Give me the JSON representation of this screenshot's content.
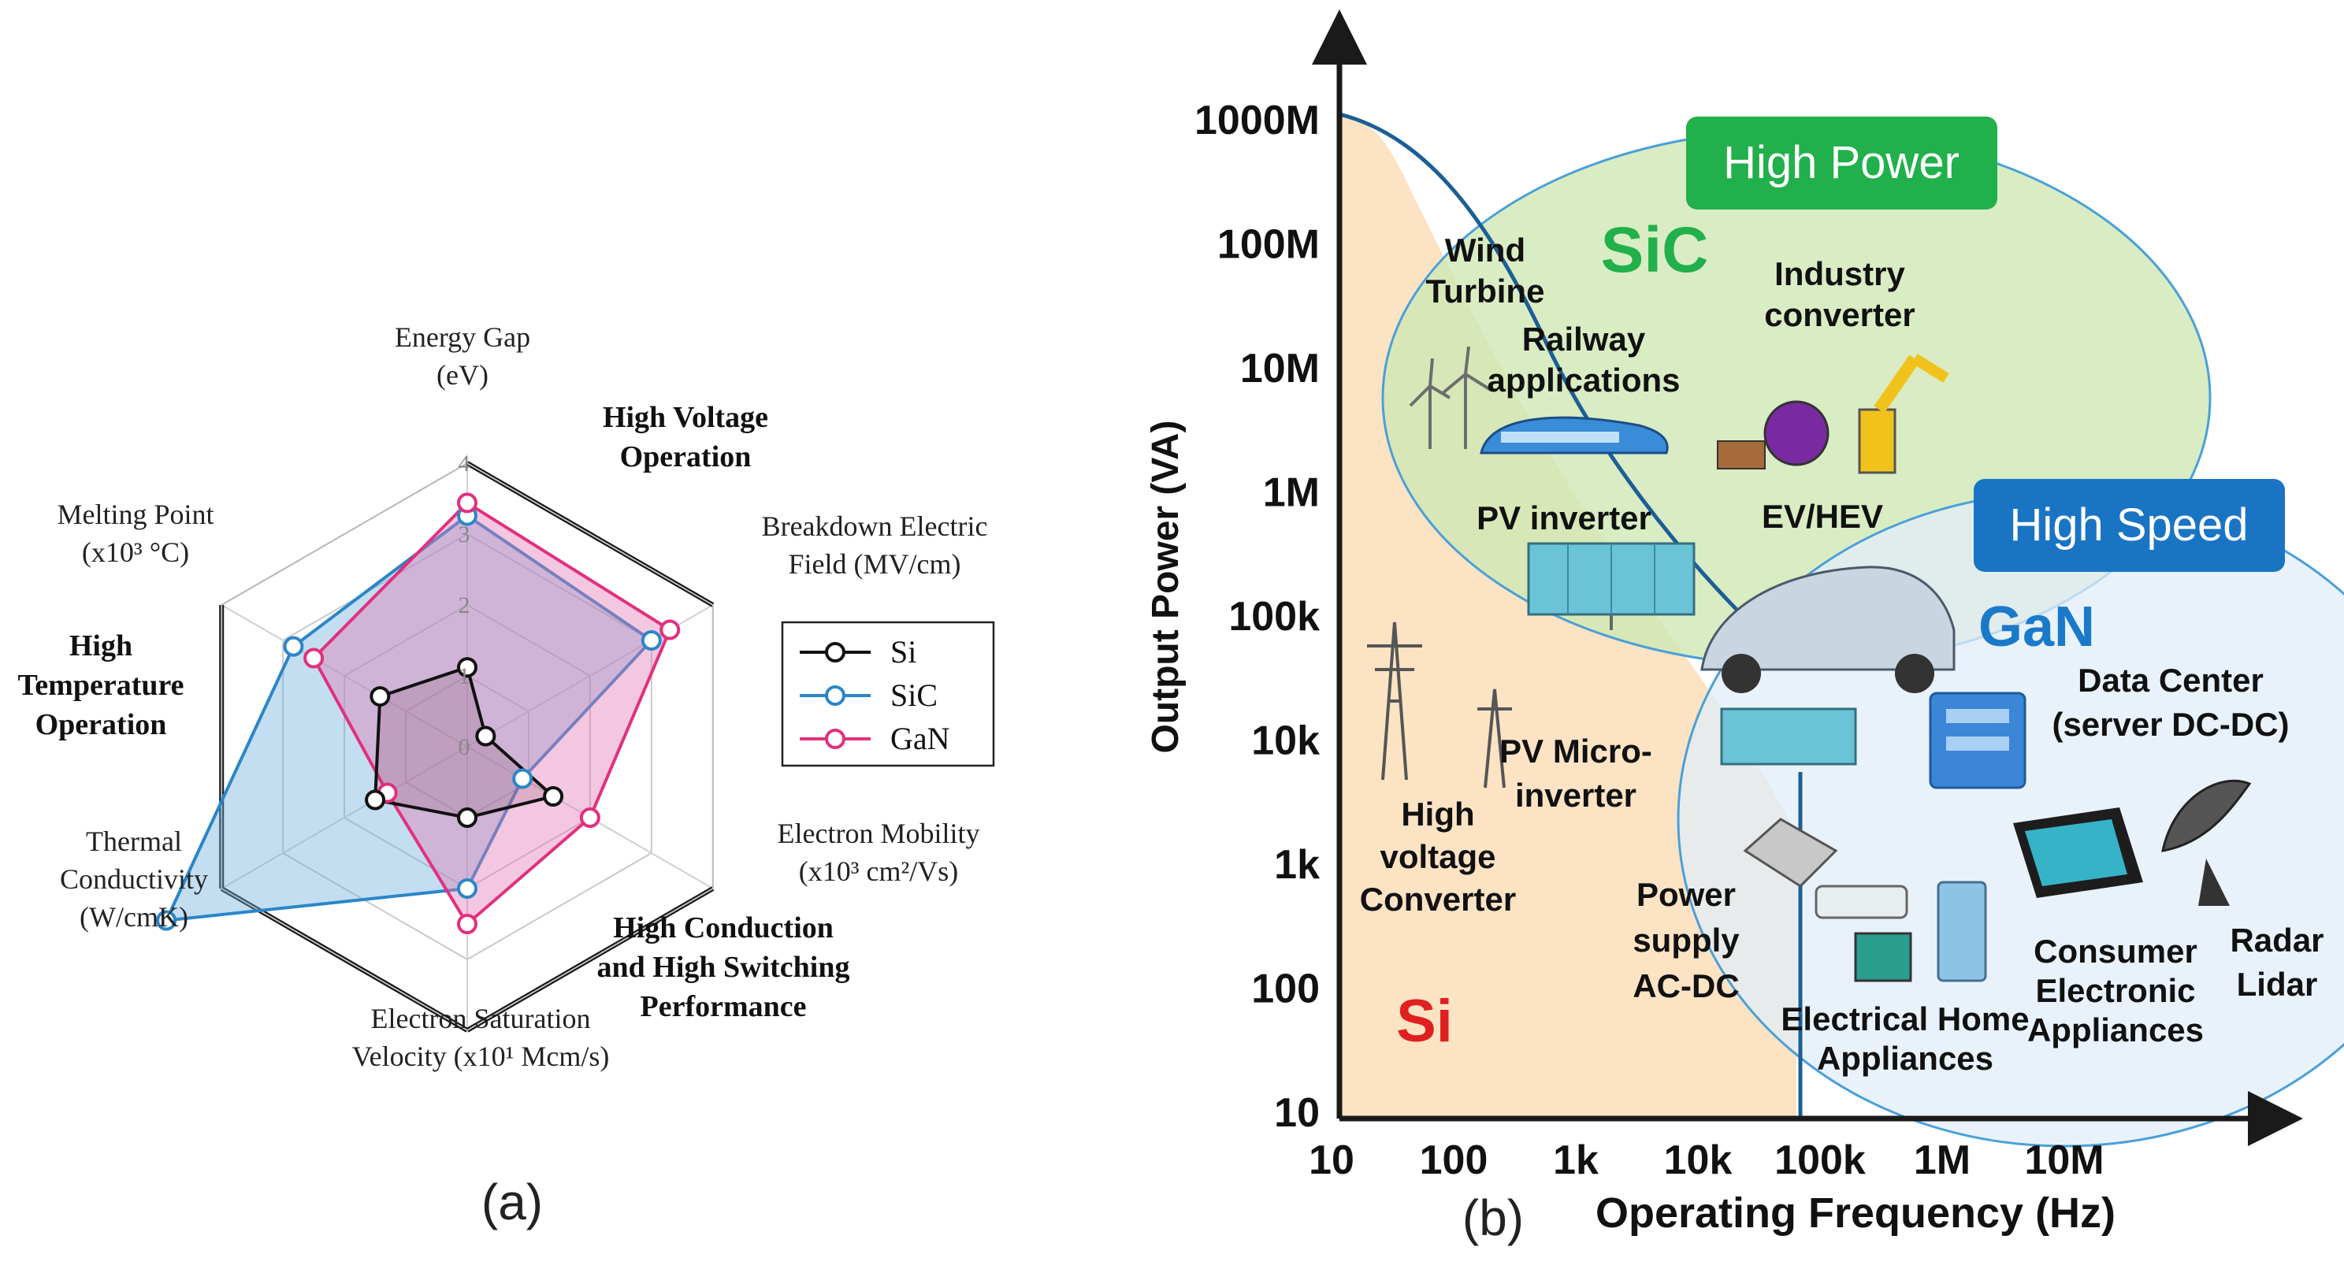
{
  "chart_data": [
    {
      "type": "radar",
      "panel_label": "(a)",
      "axes": [
        {
          "lines": [
            "Energy Gap",
            "(eV)"
          ]
        },
        {
          "lines": [
            "Breakdown Electric",
            "Field (MV/cm)"
          ]
        },
        {
          "lines": [
            "Electron Mobility",
            "(x10³ cm²/Vs)"
          ]
        },
        {
          "lines": [
            "Electron Saturation",
            "Velocity (x10¹ Mcm/s)"
          ]
        },
        {
          "lines": [
            "Thermal",
            "Conductivity",
            "(W/cmK)"
          ]
        },
        {
          "lines": [
            "Melting Point",
            "(x10³ °C)"
          ]
        }
      ],
      "tick_labels": [
        "0",
        "1",
        "2",
        "3",
        "4"
      ],
      "rmax": 4,
      "series": [
        {
          "name": "Si",
          "color": "#111111",
          "fill": "none",
          "values": [
            1.12,
            0.3,
            1.4,
            1.0,
            1.5,
            1.42
          ]
        },
        {
          "name": "SiC",
          "color": "#2a86c8",
          "fill": "#6fb0dc",
          "values": [
            3.26,
            3.0,
            0.9,
            2.0,
            4.9,
            2.83
          ]
        },
        {
          "name": "GaN",
          "color": "#e2307e",
          "fill": "#e27ab5",
          "values": [
            3.44,
            3.3,
            2.0,
            2.5,
            1.3,
            2.5
          ]
        }
      ],
      "region_labels": [
        {
          "lines": [
            "High Voltage",
            "Operation"
          ]
        },
        {
          "lines": [
            "High",
            "Temperature",
            "Operation"
          ]
        },
        {
          "lines": [
            "High Conduction",
            "and High Switching",
            "Performance"
          ]
        }
      ],
      "legend_position": "right"
    },
    {
      "type": "region-map",
      "panel_label": "(b)",
      "xlabel": "Operating Frequency (Hz)",
      "ylabel": "Output Power (VA)",
      "x_ticks": [
        "10",
        "100",
        "1k",
        "10k",
        "100k",
        "1M",
        "10M"
      ],
      "y_ticks": [
        "10",
        "100",
        "1k",
        "10k",
        "100k",
        "1M",
        "10M",
        "100M",
        "1000M"
      ],
      "scale": "log-log",
      "materials": [
        {
          "name": "Si",
          "color": "#e02020"
        },
        {
          "name": "SiC",
          "color": "#21b04b"
        },
        {
          "name": "GaN",
          "color": "#1a79c9"
        }
      ],
      "boxes": [
        {
          "text": "High Power",
          "color": "#21b04b"
        },
        {
          "text": "High Speed",
          "color": "#1a74c4"
        }
      ],
      "applications": [
        {
          "lines": [
            "Wind",
            "Turbine"
          ]
        },
        {
          "lines": [
            "Railway",
            "applications"
          ]
        },
        {
          "lines": [
            "Industry",
            "converter"
          ]
        },
        {
          "lines": [
            "PV inverter"
          ]
        },
        {
          "lines": [
            "EV/HEV"
          ]
        },
        {
          "lines": [
            "Data Center",
            "(server DC-DC)"
          ]
        },
        {
          "lines": [
            "PV Micro-",
            "inverter"
          ]
        },
        {
          "lines": [
            "High",
            "voltage",
            "Converter"
          ]
        },
        {
          "lines": [
            "Power",
            "supply",
            "AC-DC"
          ]
        },
        {
          "lines": [
            "Electrical Home",
            "Appliances"
          ]
        },
        {
          "lines": [
            "Consumer",
            "Electronic",
            "Appliances"
          ]
        },
        {
          "lines": [
            "Radar",
            "Lidar"
          ]
        }
      ]
    }
  ]
}
